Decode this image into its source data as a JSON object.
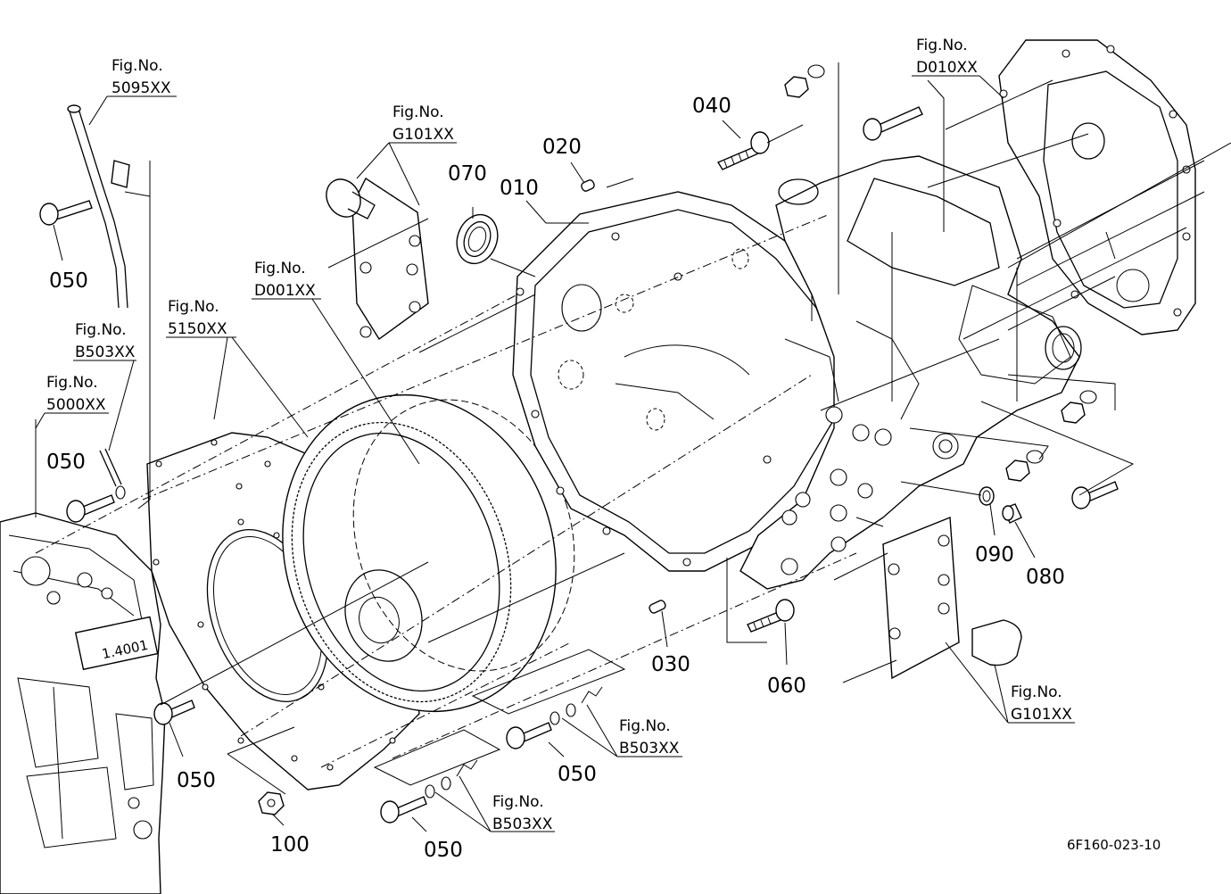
{
  "parts": {
    "p010": "010",
    "p020": "020",
    "p030": "030",
    "p040": "040",
    "p050a": "050",
    "p050b": "050",
    "p050c": "050",
    "p050d": "050",
    "p050e": "050",
    "p060": "060",
    "p070": "070",
    "p080": "080",
    "p090": "090",
    "p100": "100"
  },
  "figures": {
    "fig_label": "Fig.No.",
    "f5095": "5095XX",
    "fG101_top": "G101XX",
    "fD001": "D001XX",
    "f5150": "5150XX",
    "fB503_left": "B503XX",
    "f5000": "5000XX",
    "fD010": "D010XX",
    "fG101_right": "G101XX",
    "fB503_mid": "B503XX",
    "fB503_bottom": "B503XX"
  },
  "drawing_code": "6F160-023-10",
  "engine_badge": "1.4001"
}
